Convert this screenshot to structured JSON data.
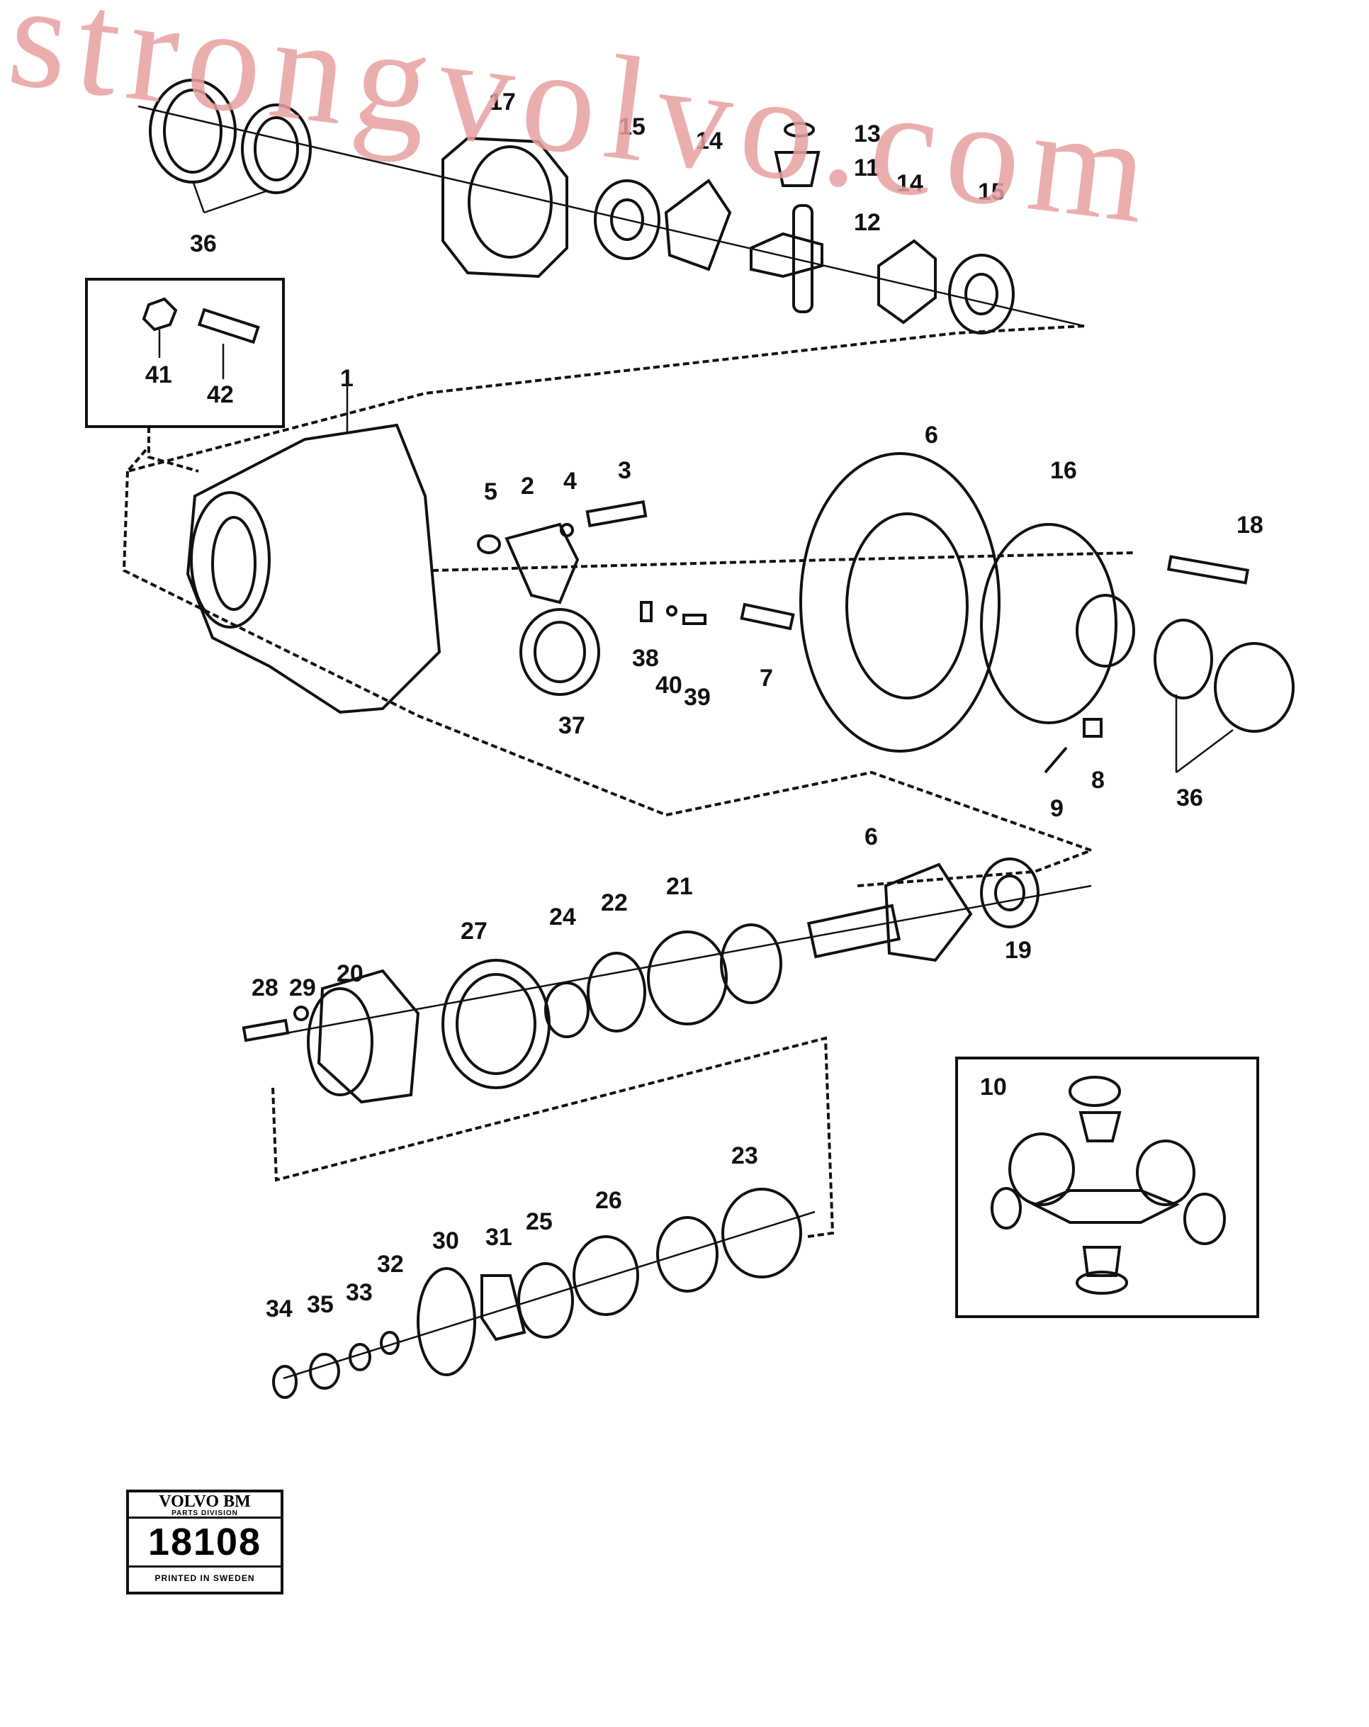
{
  "diagram": {
    "callouts": [
      {
        "id": "c17",
        "text": "17"
      },
      {
        "id": "c15a",
        "text": "15"
      },
      {
        "id": "c14a",
        "text": "14"
      },
      {
        "id": "c13",
        "text": "13"
      },
      {
        "id": "c11",
        "text": "11"
      },
      {
        "id": "c14b",
        "text": "14"
      },
      {
        "id": "c15b",
        "text": "15"
      },
      {
        "id": "c12",
        "text": "12"
      },
      {
        "id": "c36a",
        "text": "36"
      },
      {
        "id": "c41",
        "text": "41"
      },
      {
        "id": "c42",
        "text": "42"
      },
      {
        "id": "c1",
        "text": "1"
      },
      {
        "id": "c6a",
        "text": "6"
      },
      {
        "id": "c16",
        "text": "16"
      },
      {
        "id": "c18",
        "text": "18"
      },
      {
        "id": "c5",
        "text": "5"
      },
      {
        "id": "c2",
        "text": "2"
      },
      {
        "id": "c4",
        "text": "4"
      },
      {
        "id": "c3",
        "text": "3"
      },
      {
        "id": "c38",
        "text": "38"
      },
      {
        "id": "c40",
        "text": "40"
      },
      {
        "id": "c39",
        "text": "39"
      },
      {
        "id": "c7",
        "text": "7"
      },
      {
        "id": "c37",
        "text": "37"
      },
      {
        "id": "c9",
        "text": "9"
      },
      {
        "id": "c8",
        "text": "8"
      },
      {
        "id": "c36b",
        "text": "36"
      },
      {
        "id": "c6b",
        "text": "6"
      },
      {
        "id": "c21",
        "text": "21"
      },
      {
        "id": "c22",
        "text": "22"
      },
      {
        "id": "c24",
        "text": "24"
      },
      {
        "id": "c27",
        "text": "27"
      },
      {
        "id": "c19",
        "text": "19"
      },
      {
        "id": "c28",
        "text": "28"
      },
      {
        "id": "c29",
        "text": "29"
      },
      {
        "id": "c20",
        "text": "20"
      },
      {
        "id": "c10",
        "text": "10"
      },
      {
        "id": "c23",
        "text": "23"
      },
      {
        "id": "c26",
        "text": "26"
      },
      {
        "id": "c25",
        "text": "25"
      },
      {
        "id": "c31",
        "text": "31"
      },
      {
        "id": "c30",
        "text": "30"
      },
      {
        "id": "c32",
        "text": "32"
      },
      {
        "id": "c33",
        "text": "33"
      },
      {
        "id": "c35",
        "text": "35"
      },
      {
        "id": "c34",
        "text": "34"
      }
    ]
  },
  "watermark": {
    "text": "strongvolvo.com",
    "color": "#e8a0a0"
  },
  "badge": {
    "brand": "VOLVO BM",
    "division": "PARTS DIVISION",
    "number": "18108",
    "footer": "PRINTED IN SWEDEN"
  },
  "colors": {
    "ink": "#111111",
    "paper": "#ffffff"
  }
}
